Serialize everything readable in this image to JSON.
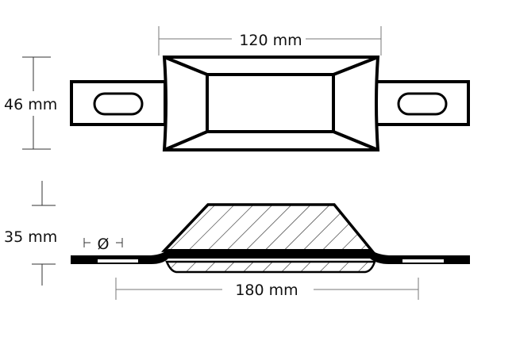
{
  "dimensions": {
    "length_top": "120 mm",
    "height_top": "46 mm",
    "height_side": "35 mm",
    "length_side": "180 mm",
    "hole_diameter": "Ø"
  }
}
